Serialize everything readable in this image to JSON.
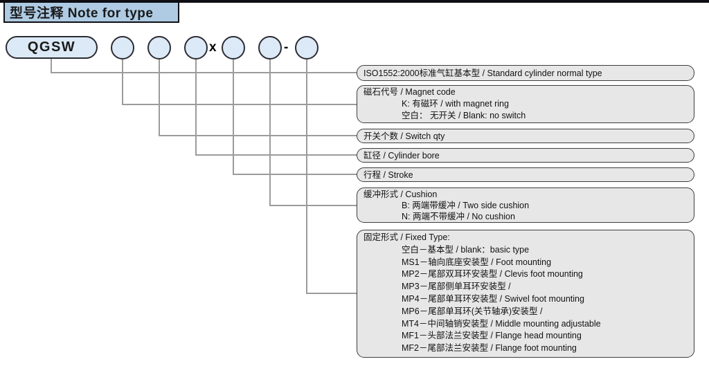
{
  "title": "型号注释 Note for type",
  "model": {
    "prefix": "QGSW",
    "multiply_sign": "x",
    "dash_sign": "-"
  },
  "boxes": [
    {
      "name": "standard-type",
      "lines": [
        "ISO1552:2000标准气缸基本型 / Standard cylinder normal type"
      ]
    },
    {
      "name": "magnet-code",
      "lines": [
        "磁石代号 / Magnet code",
        "K: 有磁环 / with magnet ring",
        "空白： 无开关 / Blank: no switch"
      ]
    },
    {
      "name": "switch-qty",
      "lines": [
        "开关个数 / Switch qty"
      ]
    },
    {
      "name": "cylinder-bore",
      "lines": [
        "缸径 / Cylinder bore"
      ]
    },
    {
      "name": "stroke",
      "lines": [
        "行程 / Stroke"
      ]
    },
    {
      "name": "cushion",
      "lines": [
        "缓冲形式 / Cushion",
        "B: 两端带缓冲 / Two side cushion",
        "N: 两端不带缓冲 / No cushion"
      ]
    },
    {
      "name": "fixed-type",
      "lines": [
        "固定形式 / Fixed Type:",
        "空白－基本型 / blank：basic type",
        "MS1－轴向底座安装型 / Foot mounting",
        "MP2－尾部双耳环安装型 / Clevis foot mounting",
        "MP3－尾部侧单耳环安装型 /",
        "MP4－尾部单耳环安装型 / Swivel foot mounting",
        "MP6－尾部单耳环(关节轴承)安装型 /",
        "MT4－中间轴销安装型 / Middle mounting adjustable",
        "MF1－头部法兰安装型 / Flange head mounting",
        "MF2－尾部法兰安装型 / Flange foot mounting"
      ]
    }
  ],
  "colors": {
    "title_fill": "#aecbe3",
    "node_fill": "#dce9f6",
    "node_border": "#2b2b33",
    "box_fill": "#e7e7e7",
    "box_border": "#3c3c3c",
    "connector": "#9b9b9b"
  }
}
